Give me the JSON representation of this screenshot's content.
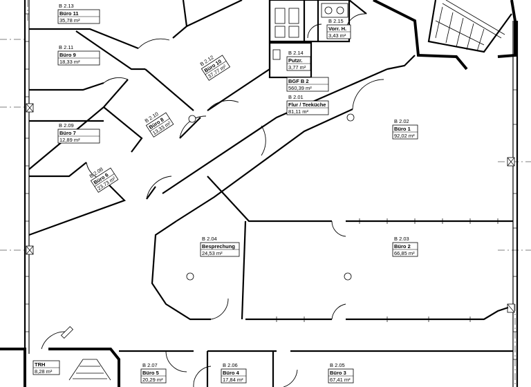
{
  "rooms": [
    {
      "id": "b213",
      "code": "B 2.13",
      "name": "Büro 11",
      "area": "35,78 m²"
    },
    {
      "id": "b211",
      "code": "B 2.11",
      "name": "Büro 9",
      "area": "18,33 m²"
    },
    {
      "id": "b209",
      "code": "B 2.09",
      "name": "Büro 7",
      "area": "12,89 m²"
    },
    {
      "id": "b208",
      "code": "B 2.08",
      "name": "Büro 6",
      "area": "23,73 m²"
    },
    {
      "id": "b210",
      "code": "B 2.10",
      "name": "Büro 8",
      "area": "13,33 m²"
    },
    {
      "id": "b212",
      "code": "B 2.12",
      "name": "Büro 10",
      "area": "37,77 m²"
    },
    {
      "id": "b215",
      "code": "B 2.15",
      "name": "Vorr. H.",
      "area": "3,43 m²"
    },
    {
      "id": "b214",
      "code": "B 2.14",
      "name": "Putzr.",
      "area": "3,77 m²"
    },
    {
      "id": "bgf",
      "code": "",
      "name": "BGF B 2",
      "area": "560,39 m²"
    },
    {
      "id": "b201",
      "code": "B 2.01",
      "name": "Flur / Teeküche",
      "area": "81,11 m²"
    },
    {
      "id": "b202",
      "code": "B 2.02",
      "name": "Büro 1",
      "area": "92,02 m²"
    },
    {
      "id": "b204",
      "code": "B 2.04",
      "name": "Besprechung",
      "area": "24,53 m²"
    },
    {
      "id": "b203",
      "code": "B 2.03",
      "name": "Büro 2",
      "area": "66,85 m²"
    },
    {
      "id": "trh",
      "code": "",
      "name": "TRH",
      "area": "8,28 m²"
    },
    {
      "id": "b207",
      "code": "B 2.07",
      "name": "Büro 5",
      "area": "20,29 m²"
    },
    {
      "id": "b206",
      "code": "B 2.06",
      "name": "Büro 4",
      "area": "17,84 m²"
    },
    {
      "id": "b205",
      "code": "B 2.05",
      "name": "Büro 3",
      "area": "67,41 m²"
    }
  ]
}
